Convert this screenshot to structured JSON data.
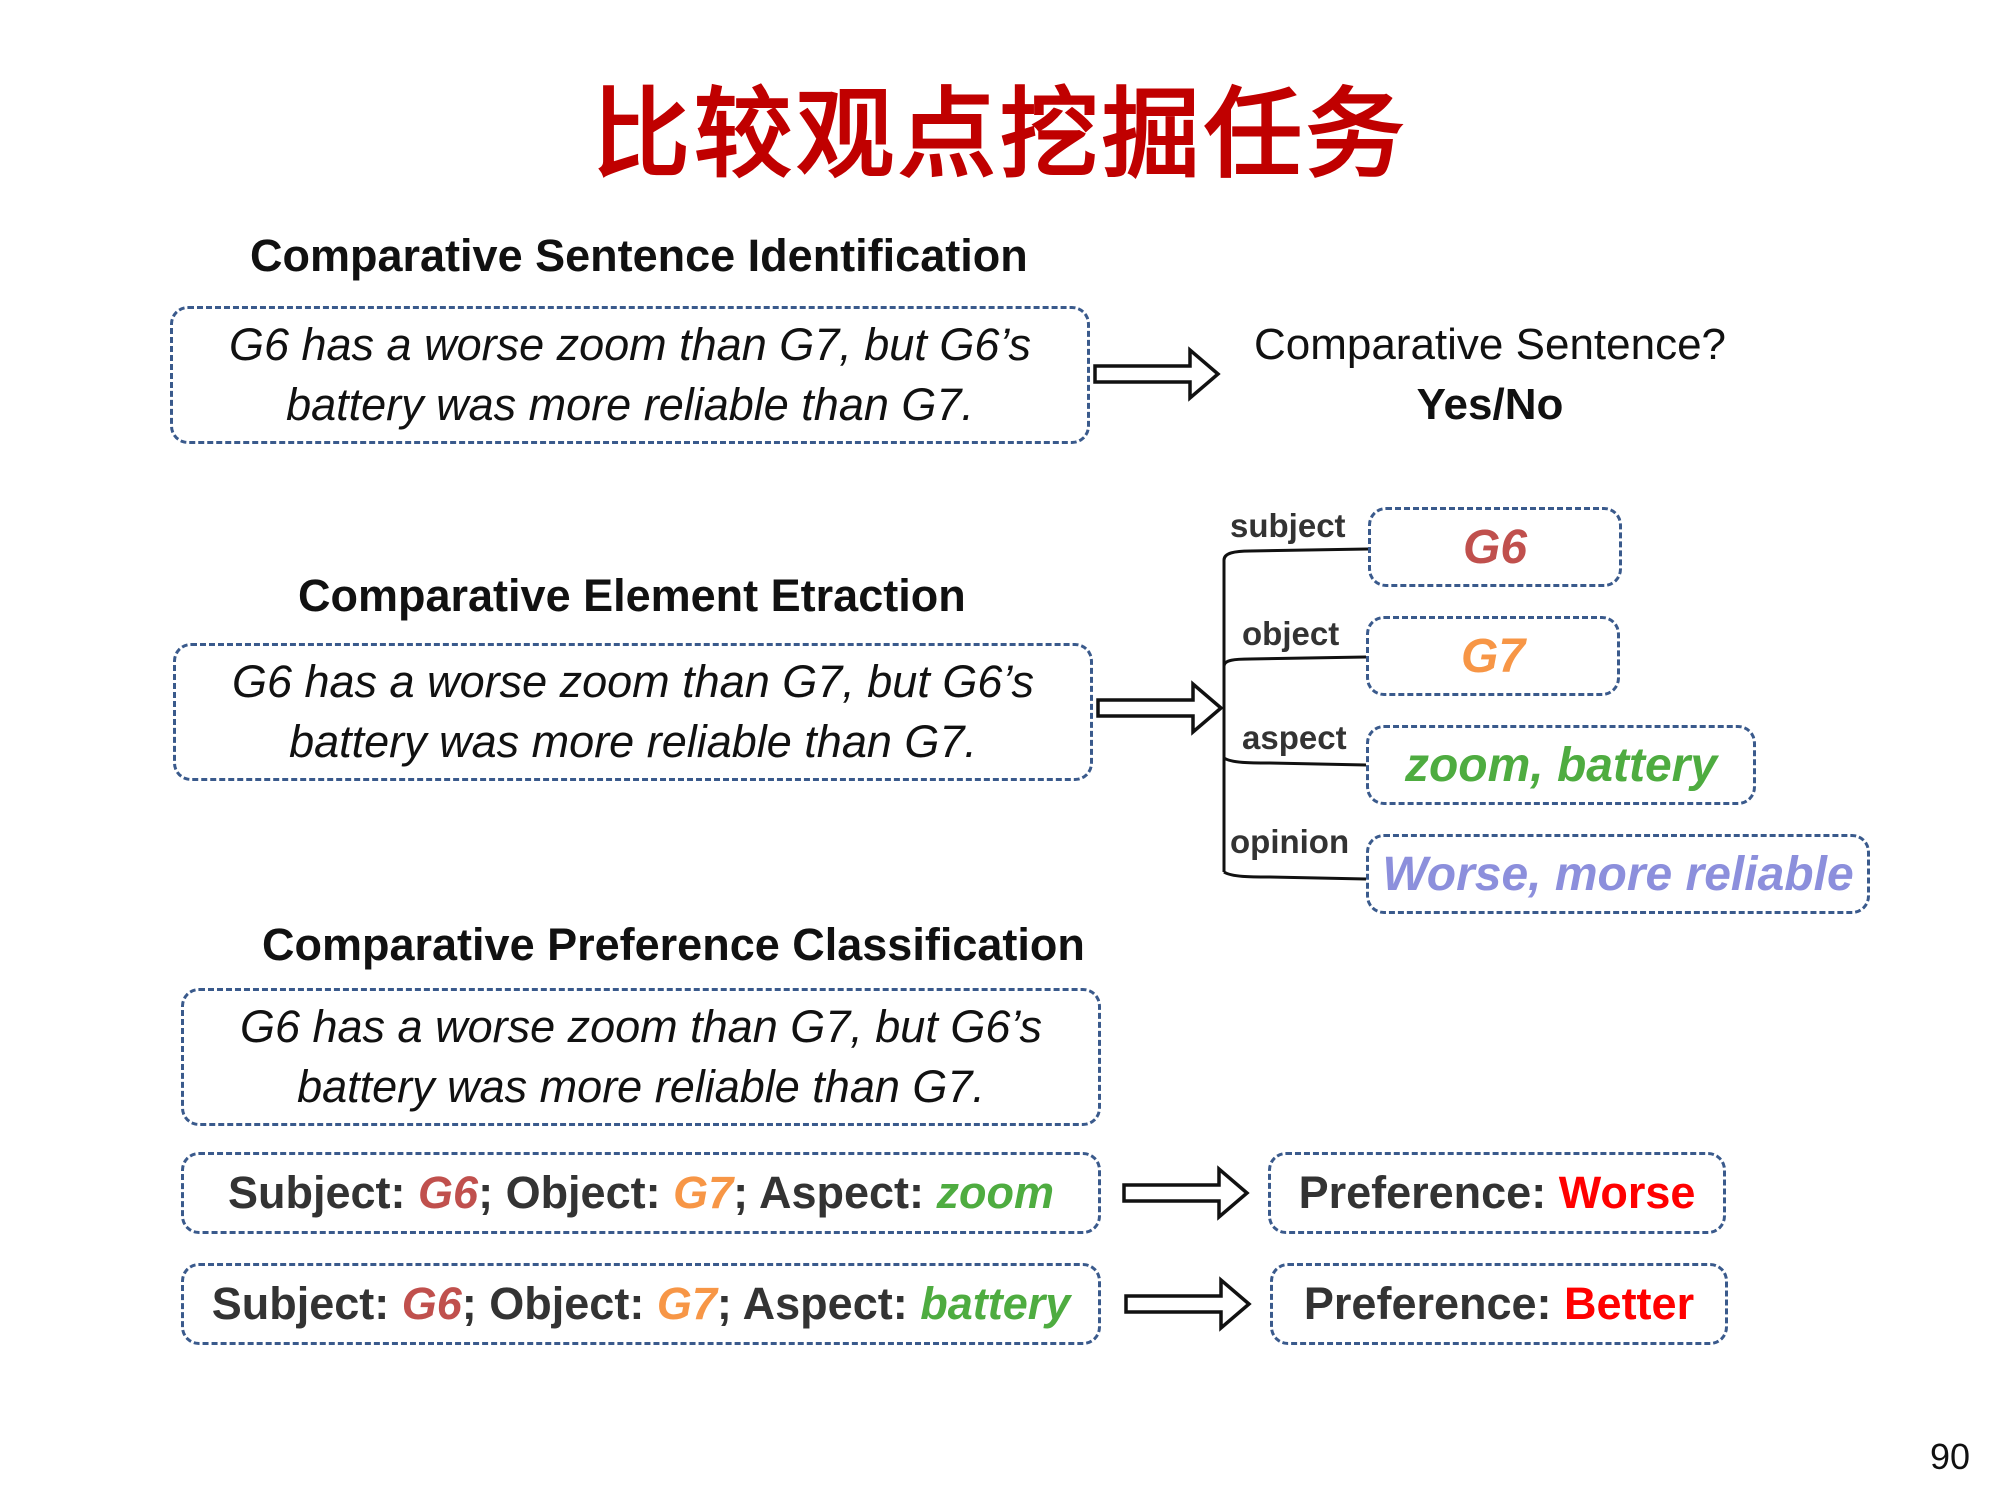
{
  "title": "比较观点挖掘任务",
  "page_number": "90",
  "colors": {
    "title": "#c00000",
    "subject": "#c0504d",
    "object": "#f79646",
    "aspect": "#4eac40",
    "opinion": "#8c8fdc",
    "preference": "#ff0000",
    "box_border": "#3a5a8c"
  },
  "section1": {
    "heading": "Comparative Sentence Identification",
    "sentence_line1": "G6 has a worse zoom than G7, but G6’s",
    "sentence_line2": "battery was more reliable than G7.",
    "output_line1": "Comparative Sentence?",
    "output_line2": "Yes/No"
  },
  "section2": {
    "heading": "Comparative Element Etraction",
    "sentence_line1": "G6 has a worse zoom than G7, but G6’s",
    "sentence_line2": "battery was more reliable than G7.",
    "elements": [
      {
        "role": "subject",
        "value": "G6"
      },
      {
        "role": "object",
        "value": "G7"
      },
      {
        "role": "aspect",
        "value": "zoom, battery"
      },
      {
        "role": "opinion",
        "value": "Worse, more reliable"
      }
    ]
  },
  "section3": {
    "heading": "Comparative Preference Classification",
    "sentence_line1": "G6 has a worse zoom than G7, but G6’s",
    "sentence_line2": "battery was more reliable than G7.",
    "rows": [
      {
        "subject_label": "Subject: ",
        "subject": "G6",
        "sep1": "; Object: ",
        "object": "G7",
        "sep2": "; Aspect: ",
        "aspect": "zoom",
        "pref_label": "Preference: ",
        "pref": "Worse"
      },
      {
        "subject_label": "Subject: ",
        "subject": "G6",
        "sep1": "; Object: ",
        "object": "G7",
        "sep2": "; Aspect: ",
        "aspect": "battery",
        "pref_label": "Preference: ",
        "pref": "Better"
      }
    ]
  }
}
